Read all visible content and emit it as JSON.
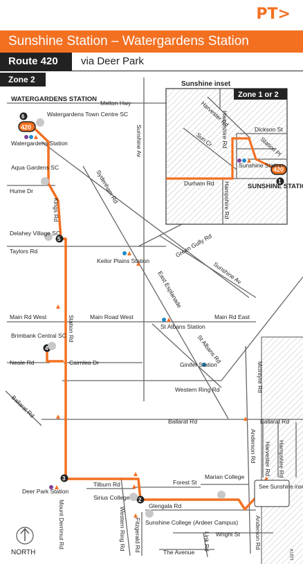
{
  "header": {
    "logo": "PT>",
    "title": "Sunshine Station – Watergardens Station",
    "route": "Route 420",
    "via": "via Deer Park",
    "zone": "Zone 2"
  },
  "inset": {
    "title": "Sunshine inset",
    "zone": "Zone 1 or 2",
    "streets": [
      "Hampshire Rd",
      "Harvester Rd",
      "Sun Cr",
      "Dickson St",
      "Station Pl",
      "Durham Rd",
      "Hampshire Rd"
    ],
    "stop_label": "Sunshine Station",
    "terminus": "SUNSHINE STATION",
    "stop_number": "1",
    "route_badge": "420"
  },
  "map": {
    "top_terminus": "WATERGARDENS STATION",
    "stops": [
      {
        "number": "6",
        "name": "Watergardens Station"
      },
      {
        "number": "5",
        "name": "Delahey Village SC"
      },
      {
        "number": "4",
        "name": "Brimbank Central SC"
      },
      {
        "number": "3",
        "name": "Deer Park Station"
      },
      {
        "number": "2",
        "name": "Sunshine College (Ardeer Campus)"
      }
    ],
    "places": [
      "Watergardens Town Centre SC",
      "Aqua Gardens SC",
      "Keilor Plains Station",
      "St Albans Station",
      "Ginifer Station",
      "Sirius College",
      "Marian College",
      "Sunshine College (Ardeer Campus)",
      "Watergardens Station",
      "Deer Park Station"
    ],
    "streets": [
      "Melton Hwy",
      "Sunshine Av",
      "Hume Dr",
      "Kings Rd",
      "Sydenham Rd",
      "Taylors Rd",
      "Green Gully Rd",
      "Sunshine Av",
      "East Esplanade",
      "Main Rd West",
      "Main Road West",
      "Main Rd East",
      "Station Rd",
      "St Albans Rd",
      "Neale Rd",
      "Cairnlea Dr",
      "Western Ring Rd",
      "Ballarat Rd",
      "Ballarat Rd",
      "Ballarat Rd",
      "McIntyre Rd",
      "Anderson Rd",
      "Harvester Rd",
      "Hampshire Rd",
      "Tilburn Rd",
      "Forest St",
      "Glengala Rd",
      "Western Ring Rd",
      "Fitzgerald Rd",
      "Mount Derrimut Rd",
      "Wright St",
      "Anderson Rd",
      "The Avenue",
      "Link Rd"
    ],
    "see_inset": "See Sunshine inset",
    "route_badge": "420",
    "north": "NORTH",
    "footnote": "10274"
  },
  "colors": {
    "route": "#f37021",
    "bus_stop": "#222222",
    "train_blue": "#1f8ac9",
    "train_purple": "#7d3f98",
    "tram_orange": "#f37021"
  }
}
